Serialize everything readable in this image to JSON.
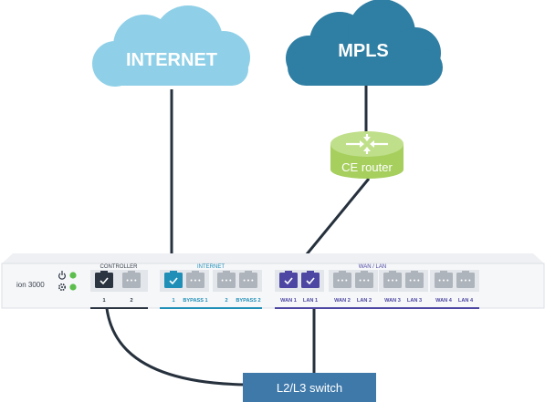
{
  "clouds": {
    "internet": {
      "label": "INTERNET",
      "color": "#8fd0e8",
      "text_color": "#ffffff"
    },
    "mpls": {
      "label": "MPLS",
      "color": "#2f7ea3",
      "text_color": "#ffffff"
    }
  },
  "ce_router": {
    "label": "CE router",
    "color": "#a6cf5e",
    "text_color": "#ffffff"
  },
  "switch": {
    "label": "L2/L3 switch",
    "color": "#3f79aa",
    "text_color": "#ffffff"
  },
  "device": {
    "model": "ion 3000",
    "status_icons": [
      "power-icon",
      "settings-icon"
    ],
    "status_color": "#5cbf4d"
  },
  "port_groups": {
    "controller": {
      "title": "CONTROLLER",
      "color": "#2b3542",
      "ports": [
        {
          "label": "1",
          "active": true
        },
        {
          "label": "2",
          "active": false
        }
      ]
    },
    "internet": {
      "title": "INTERNET",
      "color": "#1f8fb8",
      "ports": [
        {
          "label": "1",
          "active": true
        },
        {
          "label": "BYPASS 1",
          "active": false
        },
        {
          "label": "2",
          "active": false
        },
        {
          "label": "BYPASS 2",
          "active": false
        }
      ]
    },
    "wan_lan": {
      "title": "WAN / LAN",
      "color": "#4d47a3",
      "ports": [
        {
          "label": "WAN 1",
          "active": true
        },
        {
          "label": "LAN 1",
          "active": true
        },
        {
          "label": "WAN 2",
          "active": false
        },
        {
          "label": "LAN 2",
          "active": false
        },
        {
          "label": "WAN 3",
          "active": false
        },
        {
          "label": "LAN 3",
          "active": false
        },
        {
          "label": "WAN 4",
          "active": false
        },
        {
          "label": "LAN 4",
          "active": false
        }
      ]
    }
  }
}
